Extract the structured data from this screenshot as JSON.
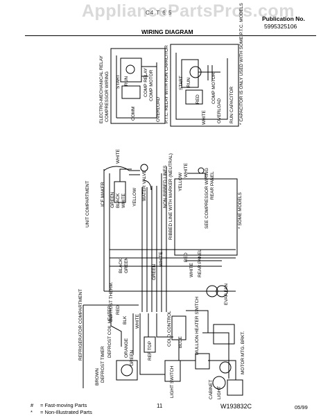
{
  "watermark": "AppliancePartsPros.com",
  "header": {
    "model_code": "C4 T 6 5",
    "publication_label": "Publication No.",
    "publication_number": "5995325106",
    "title": "WIRING DIAGRAM"
  },
  "labels": {
    "compressor_wiring": "COMPRESSOR WIRING",
    "em_relay": "ELECTRO-MECHANICAL RELAY",
    "ptc_relay": "P.T.C. RELAY WITH RUN CAPACITOR",
    "capacitor_note": "* CAPACITOR IS ONLY USED WITH SOME P.T.C. MODELS",
    "run_capacitor": "RUN CAPACITOR",
    "start": "START",
    "run": "RUN",
    "comm": "COMM",
    "overload": "OVERLOAD",
    "comp_relay": "COMP RELAY",
    "comp_motor": "COMP MOTOR",
    "white": "WHITE",
    "red": "RED",
    "black": "BLACK",
    "green": "GREEN",
    "yellow": "YELLOW",
    "ice_maker": "ICE MAKER",
    "water_valve": "WATER VALVE",
    "unit_compartment": "UNIT COMPARTMENT",
    "non_ribbed_lines": "NON-RIBBED LINES",
    "ribbed_line": "RIBBED LINE WITH MARKER (NEUTRAL)",
    "rear_panel": "REAR PANEL",
    "see_compressor_wiring": "SEE COMPRESSOR WIRING",
    "some_models": "* SOME MODELS",
    "refrigerator_compartment": "REFRIGERATOR COMPARTMENT",
    "defrost_timer": "DEFROST TIMER",
    "defrost_therm": "DEFROST THERM.",
    "heater_coil": "DEFROST COIL HEATER",
    "orange": "ORANGE",
    "brown": "BROWN",
    "blk": "BLK",
    "cold_control": "COLD CONTROL",
    "mullion_heater": "MULLION HEATER SWITCH",
    "evap_fan": "EVAP FAN",
    "motor_mtg": "MOTOR MTG. BRKT.",
    "light_switch": "LIGHT SWITCH",
    "cabinet": "CABINET",
    "light": "LIGHT",
    "ref_top": "REF TOP",
    "blue": "BLUE"
  },
  "footer": {
    "legend": [
      {
        "symbol": "#",
        "text": "= Fast-moving Parts"
      },
      {
        "symbol": "*",
        "text": "= Non-Illustrated Parts"
      }
    ],
    "page": "11",
    "reference": "W193832C",
    "date": "05/99"
  }
}
